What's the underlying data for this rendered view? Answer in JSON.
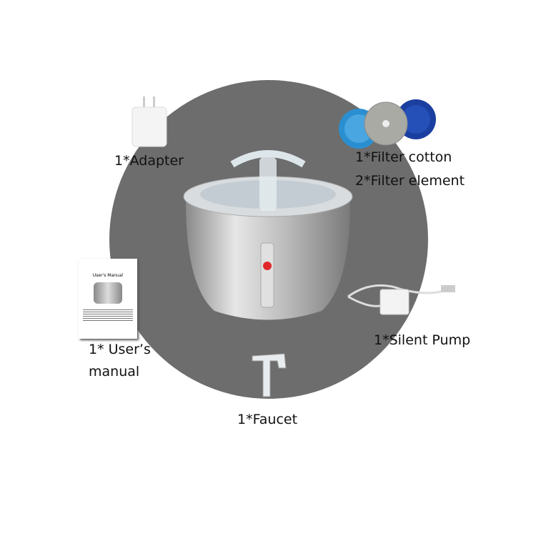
{
  "labels": {
    "adapter": "1*Adapter",
    "filter_cotton": "1*Filter cotton",
    "filter_element": "2*Filter element",
    "manual_line1": "1* User’s",
    "manual_line2": "manual",
    "pump": "1*Silent Pump",
    "faucet": "1*Faucet"
  },
  "manual_cover": {
    "title": "User's Manual"
  },
  "colors": {
    "background_circle": "#6d6d6d",
    "indicator": "#e0262b"
  }
}
